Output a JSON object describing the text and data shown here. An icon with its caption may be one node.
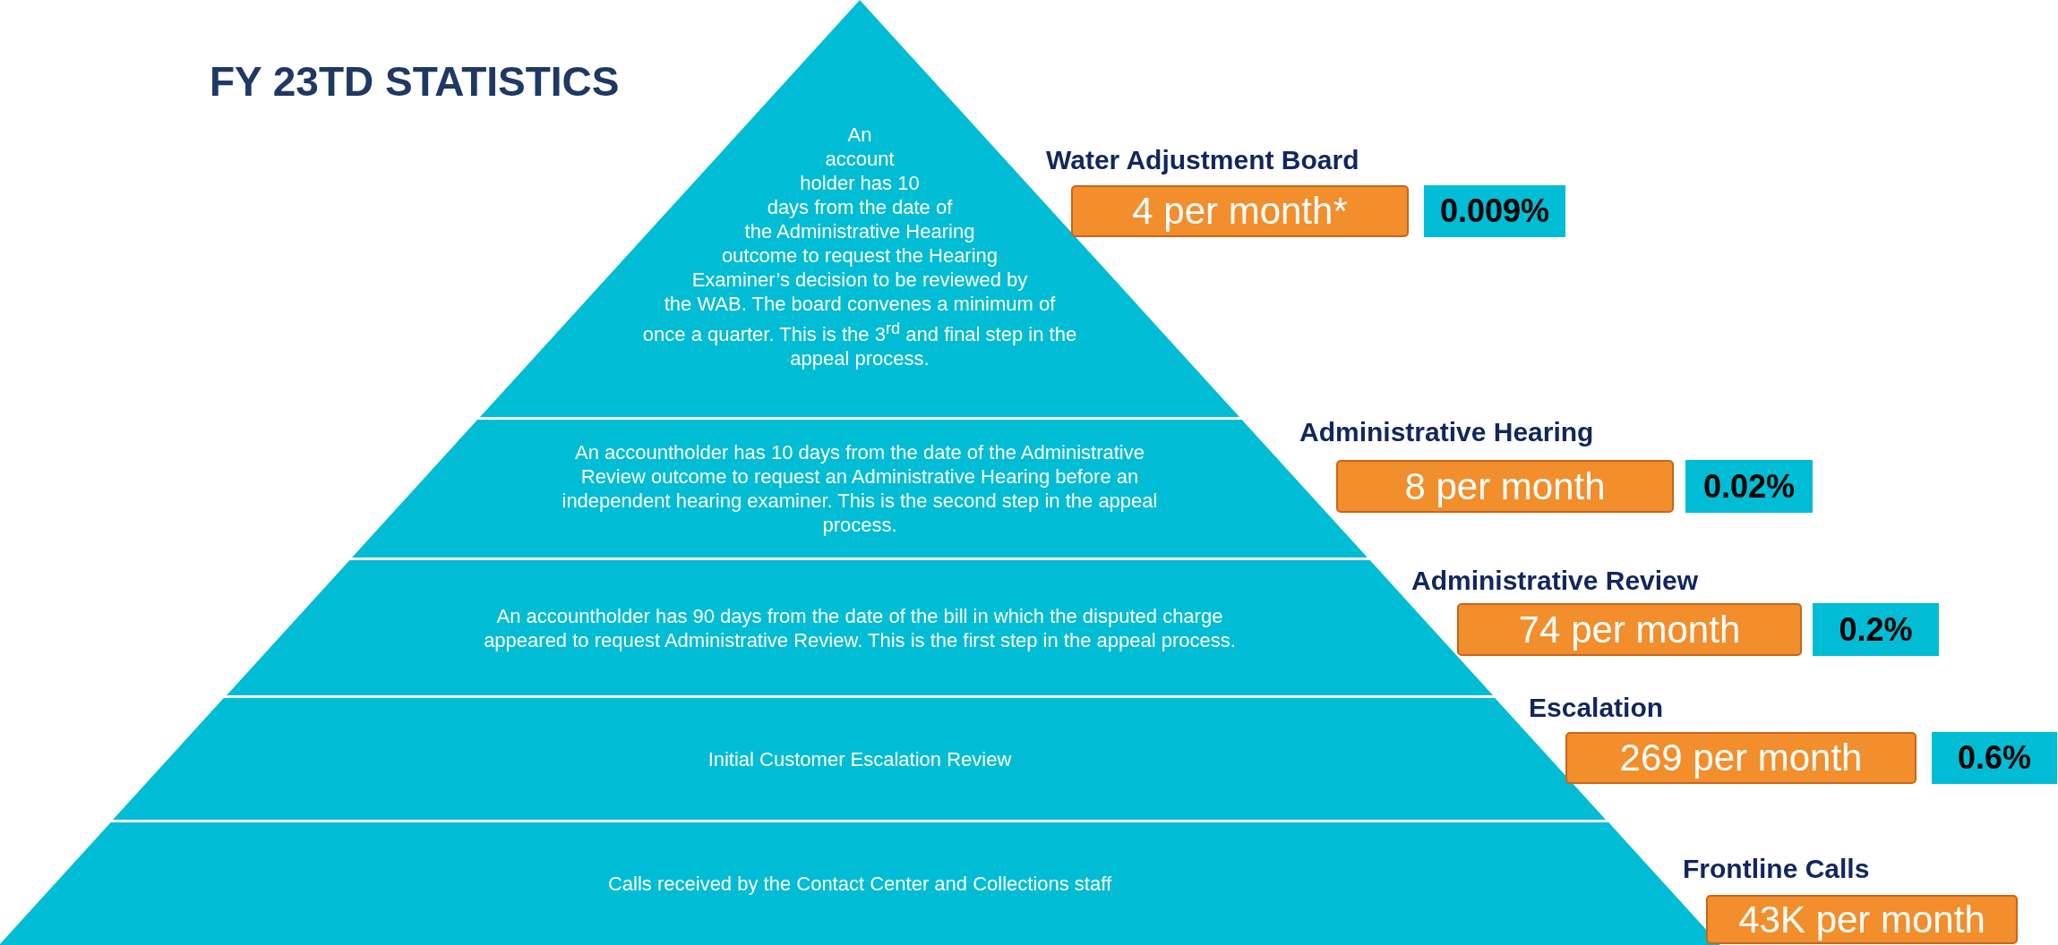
{
  "diagram": {
    "title": "FY 23TD STATISTICS",
    "nodes": [
      {
        "text": [
          "An account holder has 10 days from the date of the Administrative Hearing outcome to request the Hearing Examiner’s decision to be reviewed by the WAB. The board convenes a minimum of once a quarter. This is the 3$^{rd}$ and final step in the appeal process."
        ]
      },
      {
        "text": [
          "An accountholder has 10 days from the date of the Administrative Review outcome to request an Administrative Hearing before an independent hearing examiner. This is the second step in the appeal process."
        ]
      },
      {
        "text": [
          "An accountholder has 90 days from the date of the bill in which the disputed charge appeared to request Administrative Review. This is the first step in the appeal process."
        ]
      },
      {
        "text": [
          "Initial Customer Escalation Review"
        ]
      },
      {
        "text": [
          "Calls received by the Contact Center and Collections staff"
        ]
      },
      {
        "text": [
          "4 per month*"
        ]
      },
      {
        "text": [
          "0.009%"
        ]
      },
      {
        "text": [
          "8 per month"
        ]
      },
      {
        "text": [
          "0.02%"
        ]
      },
      {
        "text": [
          "74 per month"
        ]
      },
      {
        "text": [
          "0.2%"
        ]
      },
      {
        "text": [
          "269 per month"
        ]
      },
      {
        "text": [
          "0.6%"
        ]
      },
      {
        "text": [
          "43K per month"
        ]
      }
    ],
    "labels": [
      "Water Adjustment Board",
      "Administrative Hearing",
      "Administrative Review",
      "Escalation",
      "Frontline Calls"
    ]
  }
}
